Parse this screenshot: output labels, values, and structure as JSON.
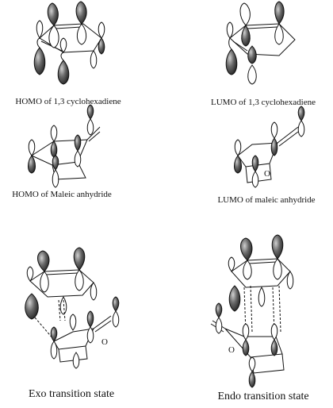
{
  "panels": {
    "homo_cyclohexadiene": {
      "caption": "HOMO of 1,3 cyclohexadiene"
    },
    "lumo_cyclohexadiene": {
      "caption": "LUMO of 1,3 cyclohexadiene"
    },
    "homo_maleic": {
      "caption": "HOMO of Maleic anhydride"
    },
    "lumo_maleic": {
      "caption": "LUMO of maleic anhydride"
    },
    "exo_ts": {
      "caption": "Exo transition state"
    },
    "endo_ts": {
      "caption": "Endo transition state"
    }
  },
  "atom_labels": {
    "oxygen": "O"
  },
  "colors": {
    "lobe_dark": "#3a3a3a",
    "lobe_light": "#ffffff",
    "stroke": "#111111"
  }
}
